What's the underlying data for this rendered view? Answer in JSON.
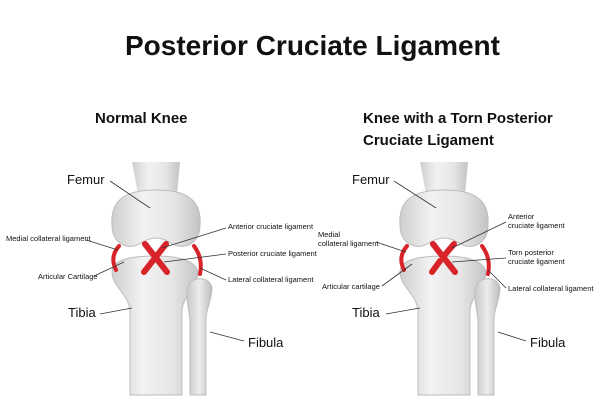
{
  "title": "Posterior Cruciate Ligament",
  "colors": {
    "ligament_red": "#d8232a",
    "bone_light": "#eeeeee",
    "bone_shadow": "#c9c9c9",
    "text": "#111111"
  },
  "left_panel": {
    "heading": "Normal Knee",
    "labels": {
      "femur": "Femur",
      "tibia": "Tibia",
      "fibula": "Fibula",
      "medial_collateral": "Medial collateral ligament",
      "articular_cartilage": "Articular Cartilage",
      "anterior_cruciate": "Anterior cruciate ligament",
      "posterior_cruciate": "Posterior cruciate ligament",
      "lateral_collateral": "Lateral collateral ligament"
    }
  },
  "right_panel": {
    "heading_line1": "Knee with a Torn Posterior",
    "heading_line2": "Cruciate Ligament",
    "labels": {
      "femur": "Femur",
      "tibia": "Tibia",
      "fibula": "Fibula",
      "medial_line1": "Medial",
      "medial_line2": "collateral ligament",
      "articular_cartilage": "Articular cartilage",
      "anterior_line1": "Anterior",
      "anterior_line2": "cruciate ligament",
      "torn_line1": "Torn posterior",
      "torn_line2": "cruciate ligament",
      "lateral_collateral": "Lateral collateral ligament"
    }
  }
}
